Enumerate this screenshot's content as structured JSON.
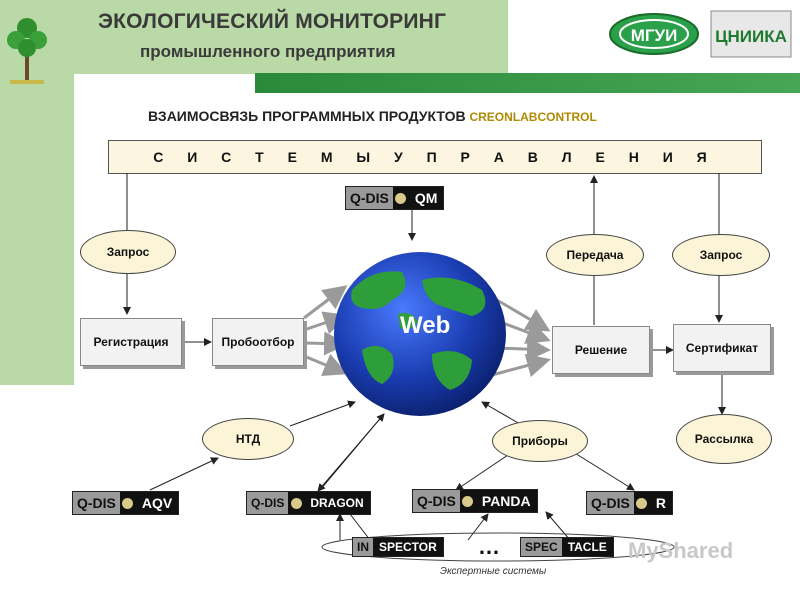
{
  "header": {
    "title_line1": "ЭКОЛОГИЧЕСКИЙ МОНИТОРИНГ",
    "title_line2": "промышленного предприятия",
    "logo_left": "МГУИ",
    "logo_right": "ЦНИИКА"
  },
  "subtitle": {
    "main": "ВЗАИМОСВЯЗЬ ПРОГРАММНЫХ  ПРОДУКТОВ",
    "accent": "CREONLABCONTROL"
  },
  "systems": {
    "label": "С И С Т Е М Ы   У П Р А В Л Е Н И Я"
  },
  "logos": {
    "qm": {
      "left": "Q-DIS",
      "right": "QM"
    },
    "aqv": {
      "left": "Q-DIS",
      "right": "AQV"
    },
    "dragon": {
      "left": "Q-DIS",
      "right": "DRAGON"
    },
    "panda": {
      "left": "Q-DIS",
      "right": "PANDA"
    },
    "r": {
      "left": "Q-DIS",
      "right": "R"
    },
    "inspector": {
      "left": "IN",
      "right": "SPECTOR"
    },
    "spectacle": {
      "left": "SPEC",
      "right": "TACLE"
    }
  },
  "nodes": {
    "zapros_left": "Запрос",
    "registration": "Регистрация",
    "probootbor": "Пробоотбор",
    "web": "Web",
    "peredacha": "Передача",
    "zapros_right": "Запрос",
    "reshenie": "Решение",
    "sertifikat": "Сертификат",
    "rassylka": "Рассылка",
    "ntd": "НТД",
    "pribory": "Приборы",
    "dots": "…",
    "expert": "Экспертные системы",
    "watermark": "MyShared"
  },
  "colors": {
    "background_green": "#b9d9a6",
    "bar_green": "#2a8a3a",
    "accent_text": "#b08a00",
    "globe_blue": "#1840b0",
    "globe_green": "#2e9e3a"
  }
}
